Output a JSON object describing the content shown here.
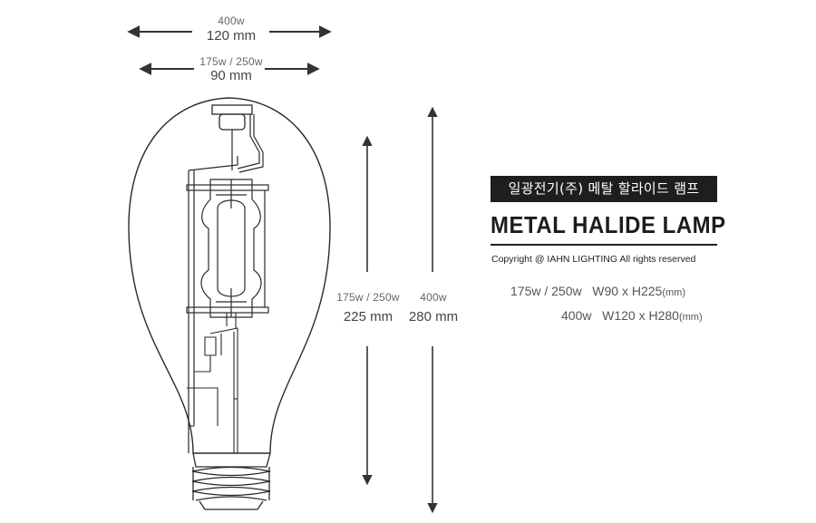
{
  "dimensions": {
    "width_top": {
      "wattage": "400w",
      "value": "120 mm"
    },
    "width_bottom": {
      "wattage": "175w / 250w",
      "value": "90 mm"
    },
    "height_short": {
      "wattage": "175w / 250w",
      "value": "225 mm"
    },
    "height_tall": {
      "wattage": "400w",
      "value": "280 mm"
    }
  },
  "product": {
    "korean_label": "일광전기(주) 메탈 할라이드 램프",
    "title": "METAL HALIDE LAMP",
    "copyright": "Copyright @ IAHN LIGHTING All rights reserved"
  },
  "specs": [
    {
      "wattage": "175w / 250w",
      "size": "W90 x H225",
      "unit": "(mm)"
    },
    {
      "wattage": "400w",
      "size": "W120 x H280",
      "unit": "(mm)"
    }
  ],
  "colors": {
    "badge_bg": "#1e1e1e",
    "line": "#333333"
  }
}
